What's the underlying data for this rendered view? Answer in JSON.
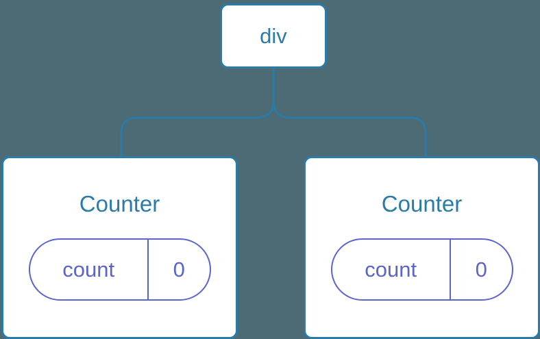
{
  "diagram": {
    "type": "component-tree",
    "background_color": "#4c6b75",
    "node_border_color": "#2b7ba8",
    "node_text_color": "#2b7ba8",
    "state_color": "#5b64cd",
    "connector_color": "#2b7ba8"
  },
  "root": {
    "label": "div"
  },
  "children": [
    {
      "label": "Counter",
      "state": {
        "key": "count",
        "value": "0"
      }
    },
    {
      "label": "Counter",
      "state": {
        "key": "count",
        "value": "0"
      }
    }
  ]
}
